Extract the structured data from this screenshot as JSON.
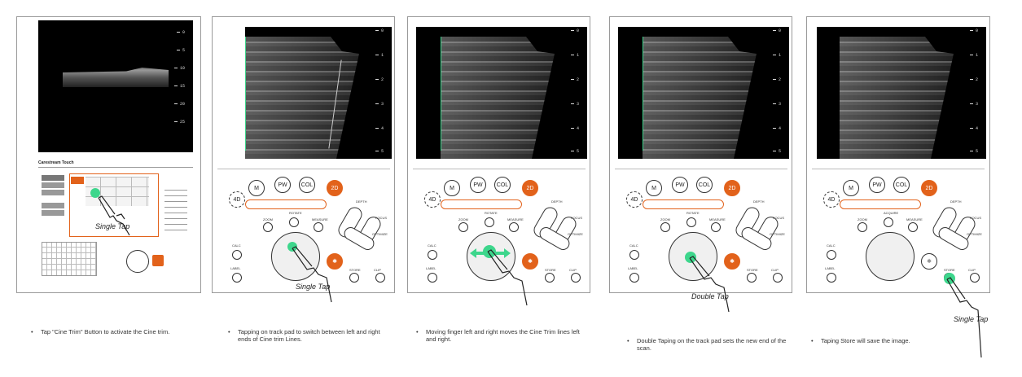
{
  "colors": {
    "accent": "#e2621b",
    "touch": "#3dd68c",
    "screen": "#000000"
  },
  "panel1": {
    "brand": "Carestream Touch",
    "scale": [
      "0",
      "5",
      "10",
      "15",
      "20",
      "25"
    ],
    "gesture": "Single Tap",
    "caption": "Tap \"Cine Trim\" Button to activate the Cine trim."
  },
  "scale_mm": [
    "0",
    "1",
    "2",
    "3",
    "4",
    "5"
  ],
  "controls": {
    "m": "M",
    "pw": "PW",
    "col": "COL",
    "2d": "2D",
    "4d": "4D",
    "rotate": "ROTATE",
    "acquire": "ACQUIRE",
    "depth": "DEPTH",
    "zoom": "ZOOM",
    "measure": "MEASURE",
    "focus": "FOCUS",
    "optimize": "OPTIMIZE",
    "calc": "CALC",
    "label": "LABEL",
    "store": "STORE",
    "clip": "CLIP"
  },
  "panel2": {
    "gesture": "Single Tap",
    "caption": "Tapping on track pad to switch between left and right ends of Cine trim Lines."
  },
  "panel3": {
    "caption": "Moving finger left and right moves the Cine Trim lines left and right."
  },
  "panel4": {
    "gesture": "Double Tap",
    "caption": "Double Taping on the track pad sets the new end of the scan."
  },
  "panel5": {
    "gesture": "Single Tap",
    "caption": "Taping Store will save the image."
  },
  "bullet": "•"
}
